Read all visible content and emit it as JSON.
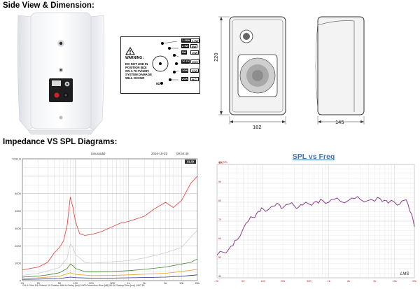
{
  "headings": {
    "side_view": "Side View & Dimension:",
    "diagrams": "Impedance VS SPL Diagrams:"
  },
  "label": {
    "warning_title": "WARNING :",
    "warning_lines": [
      "DO NOT USE IN",
      "POSITION",
      "(8Ω)",
      "ON A 70.7V/100V",
      "SYSTEM DAMAGE",
      "WILL OCCUR"
    ],
    "ground": "8Ω",
    "taps": [
      {
        "left": "1.25W",
        "right": "2.5W"
      },
      {
        "left": "2.5W",
        "right": "5W"
      },
      {
        "left": "5W",
        "right": "10W"
      },
      {
        "left": "70.7V",
        "right": "100V"
      },
      {
        "left": "10W",
        "right": "20W"
      },
      {
        "left": "20W",
        "right": "N.C."
      }
    ]
  },
  "dimensions": {
    "height": "220",
    "width": "162",
    "depth": "145"
  },
  "impedance_chart": {
    "title": "Sinusoidal",
    "date": "2016-10-25",
    "time": "09:54:49",
    "badge": "CLIO",
    "y_ticks": [
      "7000 Ω",
      "5000",
      "4000",
      "3000",
      "2000",
      "1000",
      "0"
    ],
    "x_ticks": [
      "10",
      "20",
      "50",
      "100",
      "200",
      "500",
      "1k",
      "2k",
      "5k",
      "10k",
      "20k"
    ],
    "footer": "CH A  Ohm    R6 Octave    10 Octave    48kHz   Delay [ms] 0.000   Distortion Rise [dB] 50.00    SweepTime [ms] 1457.61"
  },
  "chart_data": [
    {
      "type": "line",
      "title": "",
      "xscale": "log",
      "xlim": [
        10,
        20000
      ],
      "ylim": [
        0,
        7000
      ],
      "series": [
        {
          "color": "#e8392f",
          "x": [
            10,
            20,
            30,
            40,
            50,
            60,
            70,
            80,
            90,
            100,
            120,
            150,
            200,
            300,
            500,
            700,
            1000,
            2000,
            3000,
            5000,
            7000,
            10000,
            15000,
            20000
          ],
          "y": [
            620,
            780,
            1050,
            1600,
            1900,
            2300,
            3200,
            4800,
            4200,
            3400,
            2700,
            2600,
            2650,
            2800,
            3100,
            3300,
            3400,
            3700,
            4100,
            4500,
            4200,
            4600,
            5600,
            6000
          ]
        },
        {
          "color": "#cccccc",
          "x": [
            10,
            20,
            30,
            50,
            70,
            80,
            90,
            100,
            150,
            200,
            500,
            1000,
            2000,
            5000,
            10000,
            15000,
            20000
          ],
          "y": [
            300,
            420,
            560,
            750,
            1300,
            2100,
            1900,
            1500,
            1050,
            1000,
            1080,
            1150,
            1300,
            1600,
            1900,
            2500,
            2900
          ]
        },
        {
          "color": "#3a8a2c",
          "x": [
            10,
            20,
            30,
            50,
            70,
            80,
            90,
            100,
            150,
            200,
            500,
            1000,
            2000,
            5000,
            10000,
            15000,
            20000
          ],
          "y": [
            200,
            260,
            330,
            450,
            700,
            950,
            850,
            700,
            520,
            500,
            520,
            570,
            650,
            780,
            950,
            1050,
            1250
          ]
        },
        {
          "color": "#e3a328",
          "x": [
            10,
            20,
            50,
            80,
            100,
            200,
            500,
            1000,
            5000,
            10000,
            20000
          ],
          "y": [
            130,
            160,
            250,
            450,
            360,
            290,
            300,
            330,
            420,
            520,
            650
          ]
        },
        {
          "color": "#2b2b8a",
          "x": [
            10,
            20,
            50,
            80,
            100,
            200,
            500,
            1000,
            5000,
            10000,
            20000
          ],
          "y": [
            70,
            85,
            120,
            200,
            170,
            140,
            145,
            160,
            200,
            250,
            330
          ]
        }
      ]
    },
    {
      "type": "line",
      "title": "SPL vs Freq",
      "xscale": "log",
      "xlim": [
        20,
        20000
      ],
      "ylim": [
        40,
        100
      ],
      "ylabel_unit": "dB SPL",
      "y_ticks": [
        "100",
        "90",
        "80",
        "70",
        "60",
        "50",
        "40"
      ],
      "x_ticks": [
        "20",
        "50",
        "100",
        "200",
        "500",
        "1k",
        "2k",
        "5k",
        "10k",
        "20k"
      ],
      "signature": "LMS",
      "series": [
        {
          "color": "#8e3a8e",
          "x": [
            20,
            25,
            30,
            35,
            40,
            50,
            60,
            70,
            80,
            90,
            100,
            120,
            150,
            180,
            200,
            250,
            300,
            350,
            400,
            500,
            600,
            700,
            800,
            1000,
            1200,
            1500,
            2000,
            2500,
            3000,
            4000,
            5000,
            6000,
            7000,
            8000,
            10000,
            12000,
            14000,
            16000,
            18000,
            20000
          ],
          "y": [
            52,
            53.5,
            55,
            57,
            60,
            66,
            70,
            72,
            74,
            75,
            76.5,
            76,
            78,
            78.5,
            77,
            79,
            78,
            77.5,
            78.5,
            79,
            80,
            79.5,
            81,
            80,
            81.5,
            80.5,
            81,
            82,
            81.5,
            81,
            80.5,
            82,
            81,
            79.5,
            80,
            79,
            81,
            79,
            74,
            67
          ]
        }
      ]
    }
  ]
}
